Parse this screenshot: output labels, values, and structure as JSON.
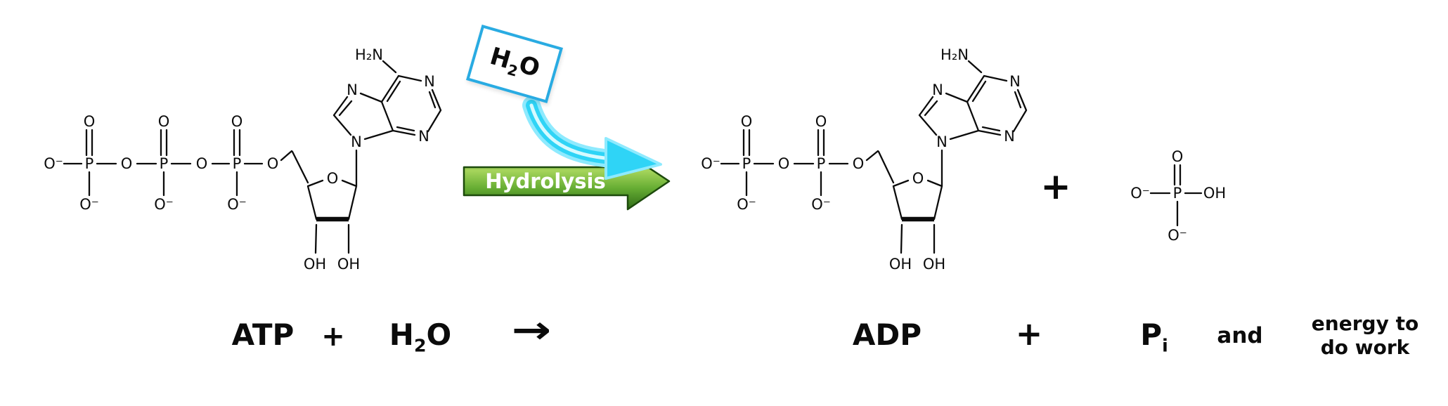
{
  "water_box": {
    "base": "H",
    "sub": "2",
    "tail": "O"
  },
  "hydrolysis_arrow": {
    "label": "Hydrolysis"
  },
  "plus_products": "+",
  "atoms": {
    "o": "O",
    "o_minus": "O⁻",
    "p": "P",
    "oh": "OH",
    "n": "N",
    "amine": "H₂N"
  },
  "equation": {
    "atp": "ATP",
    "plus1": "+",
    "h2o": {
      "base": "H",
      "sub": "2",
      "tail": "O"
    },
    "arrow": "→",
    "adp": "ADP",
    "plus2": "+",
    "pi": {
      "base": "P",
      "sub": "i"
    },
    "and": "and",
    "energy": {
      "line1": "energy to",
      "line2": "do work"
    }
  },
  "colors": {
    "water_box_border": "#29abe2",
    "cyan_arrow": "#2fd4f6",
    "green_arrow_light": "#a6d55c",
    "green_arrow_dark": "#2f6b17"
  }
}
